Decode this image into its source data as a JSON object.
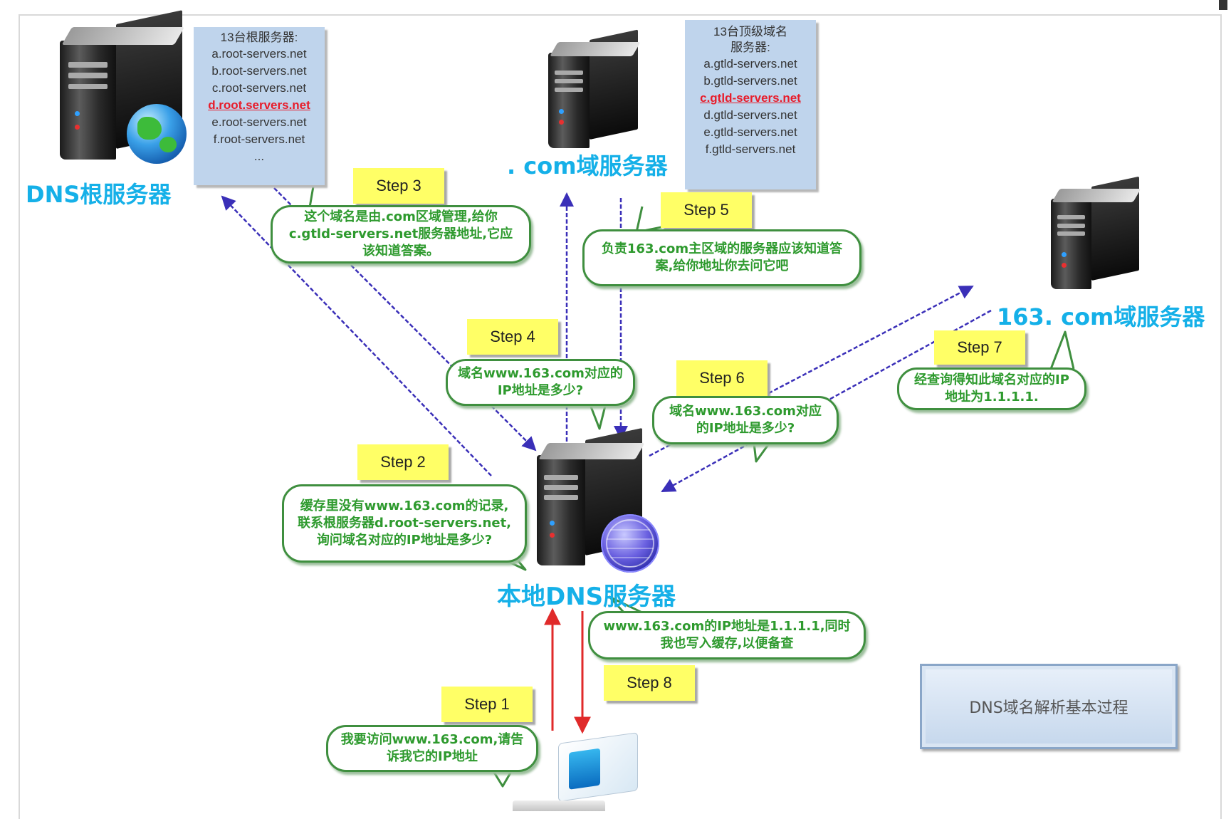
{
  "root": {
    "label": "DNS根服务器",
    "list_title": "13台根服务器:",
    "list": [
      "a.root-servers.net",
      "b.root-servers.net",
      "c.root-servers.net",
      "d.root.servers.net",
      "e.root-servers.net",
      "f.root-servers.net",
      "..."
    ],
    "highlight": "d.root.servers.net"
  },
  "tld": {
    "label": ". com域服务器",
    "list_title_1": "13台顶级域名",
    "list_title_2": "服务器:",
    "list": [
      "a.gtld-servers.net",
      "b.gtld-servers.net",
      "c.gtld-servers.net",
      "d.gtld-servers.net",
      "e.gtld-servers.net",
      "f.gtld-servers.net"
    ],
    "highlight": "c.gtld-servers.net"
  },
  "auth": {
    "label": "163. com域服务器"
  },
  "local": {
    "label": "本地DNS服务器"
  },
  "steps": {
    "s1": "Step 1",
    "s2": "Step 2",
    "s3": "Step 3",
    "s4": "Step 4",
    "s5": "Step 5",
    "s6": "Step 6",
    "s7": "Step 7",
    "s8": "Step 8"
  },
  "bubbles": {
    "b1": "我要访问www.163.com,请告诉我它的IP地址",
    "b2": "缓存里没有www.163.com的记录,联系根服务器d.root-servers.net,询问域名对应的IP地址是多少?",
    "b3": "这个域名是由.com区域管理,给你c.gtld-servers.net服务器地址,它应该知道答案。",
    "b4": "域名www.163.com对应的IP地址是多少?",
    "b5": "负责163.com主区域的服务器应该知道答案,给你地址你去问它吧",
    "b6": "域名www.163.com对应的IP地址是多少?",
    "b7": "经查询得知此域名对应的IP地址为1.1.1.1.",
    "b8": "www.163.com的IP地址是1.1.1.1,同时我也写入缓存,以便备查"
  },
  "caption": "DNS域名解析基本过程",
  "colors": {
    "query_arrow": "#3a2fb8",
    "client_arrow": "#e02a2a",
    "label_blue": "#15b0e8",
    "bubble_border": "#3f8f3f",
    "bubble_text": "#2e9a2e",
    "step_fill": "#ffff66",
    "list_fill": "#bfd4ec"
  }
}
